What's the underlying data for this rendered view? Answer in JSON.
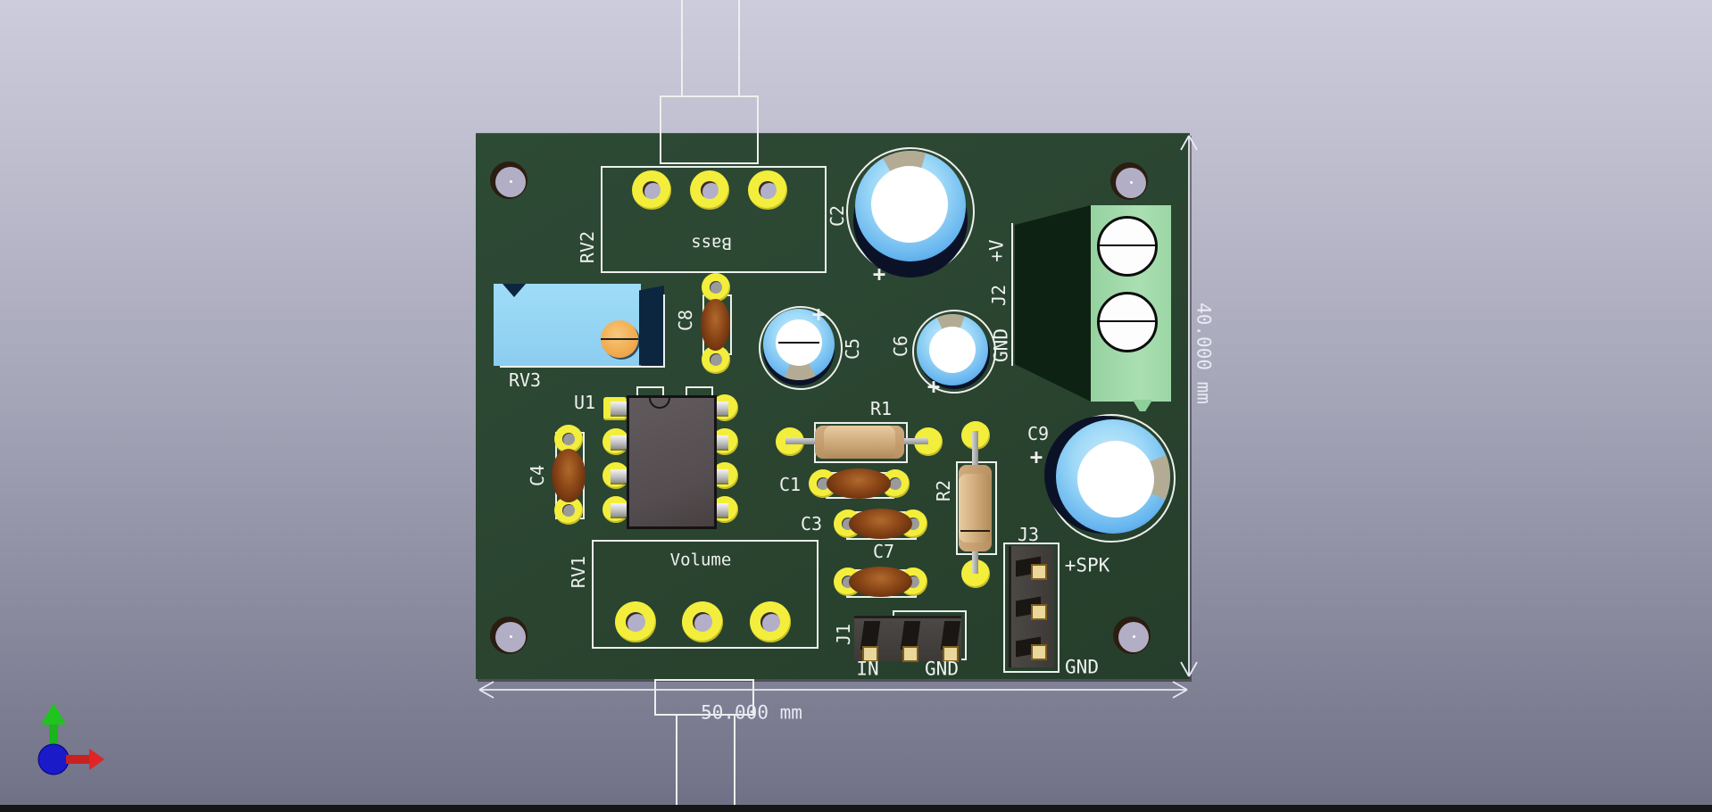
{
  "viewer": {
    "name": "KiCad 3D viewer render of audio amplifier PCB",
    "dimension_width_label": "50.000 mm",
    "dimension_height_label": "40.000 mm",
    "axis_gizmo": {
      "x_axis": "x-axis-red-arrow",
      "y_axis": "y-axis-green-arrow",
      "z_axis": "z-axis-blue-sphere",
      "x_color": "#d92222",
      "y_color": "#1ab51a",
      "z_color": "#1a1ac9"
    }
  },
  "board": {
    "substrate_color": "#2a4430",
    "silkscreen_color": "#edf0ec",
    "pad_color": "#f3ee3b",
    "labels": {
      "rv1": "RV1",
      "rv2": "RV2",
      "rv3": "RV3",
      "u1": "U1",
      "c1": "C1",
      "c2": "C2",
      "c3": "C3",
      "c4": "C4",
      "c5": "C5",
      "c6": "C6",
      "c7": "C7",
      "c8": "C8",
      "c9": "C9",
      "r1": "R1",
      "r2": "R2",
      "j1": "J1",
      "j2": "J2",
      "j3": "J3",
      "volume": "Volume",
      "bass": "Bass",
      "j1_in": "IN",
      "j1_gnd": "GND",
      "j2_plus_v": "+V",
      "j2_gnd": "GND",
      "j3_spk": "+SPK",
      "j3_gnd": "GND",
      "plus": "+"
    }
  }
}
